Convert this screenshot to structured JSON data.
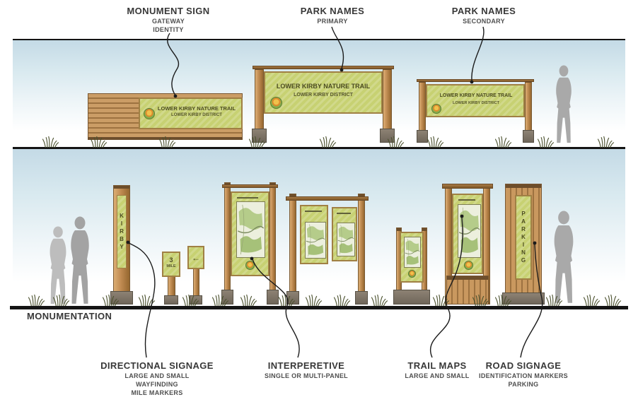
{
  "annotations": {
    "monument": {
      "title": "MONUMENT SIGN",
      "subs": [
        "GATEWAY",
        "IDENTITY"
      ]
    },
    "primary": {
      "title": "PARK NAMES",
      "subs": [
        "PRIMARY"
      ]
    },
    "secondary": {
      "title": "PARK NAMES",
      "subs": [
        "SECONDARY"
      ]
    },
    "monumentation": {
      "title": "MONUMENTATION"
    },
    "directional": {
      "title": "DIRECTIONAL SIGNAGE",
      "subs": [
        "LARGE AND SMALL",
        "WAYFINDING",
        "MILE MARKERS"
      ]
    },
    "interpretive": {
      "title": "INTERPERETIVE",
      "subs": [
        "SINGLE OR MULTI-PANEL"
      ]
    },
    "trail_maps": {
      "title": "TRAIL MAPS",
      "subs": [
        "LARGE AND SMALL"
      ]
    },
    "road": {
      "title": "ROAD SIGNAGE",
      "subs": [
        "IDENTIFICATION MARKERS",
        "PARKING"
      ]
    }
  },
  "signs": {
    "monument": {
      "name": "LOWER KIRBY NATURE TRAIL",
      "district": "LOWER KIRBY DISTRICT"
    },
    "primary": {
      "name": "LOWER KIRBY NATURE TRAIL",
      "district": "LOWER KIRBY DISTRICT"
    },
    "secondary": {
      "name": "LOWER KIRBY NATURE TRAIL",
      "district": "LOWER KIRBY DISTRICT"
    },
    "directional_post": {
      "text": "KIRBY"
    },
    "mile_marker": {
      "value": "3",
      "unit": "MILE"
    },
    "arrow_marker": {
      "glyph": "←"
    },
    "road_sign": {
      "text": "PARKING"
    }
  },
  "colors": {
    "panel_green": "#c7d172",
    "panel_text": "#4b4b20",
    "wood": "#c08b52",
    "wood_dark": "#6d4e2c",
    "sky": "#c4dae6",
    "silhouette": "#a9a9a9",
    "line": "#141414"
  }
}
